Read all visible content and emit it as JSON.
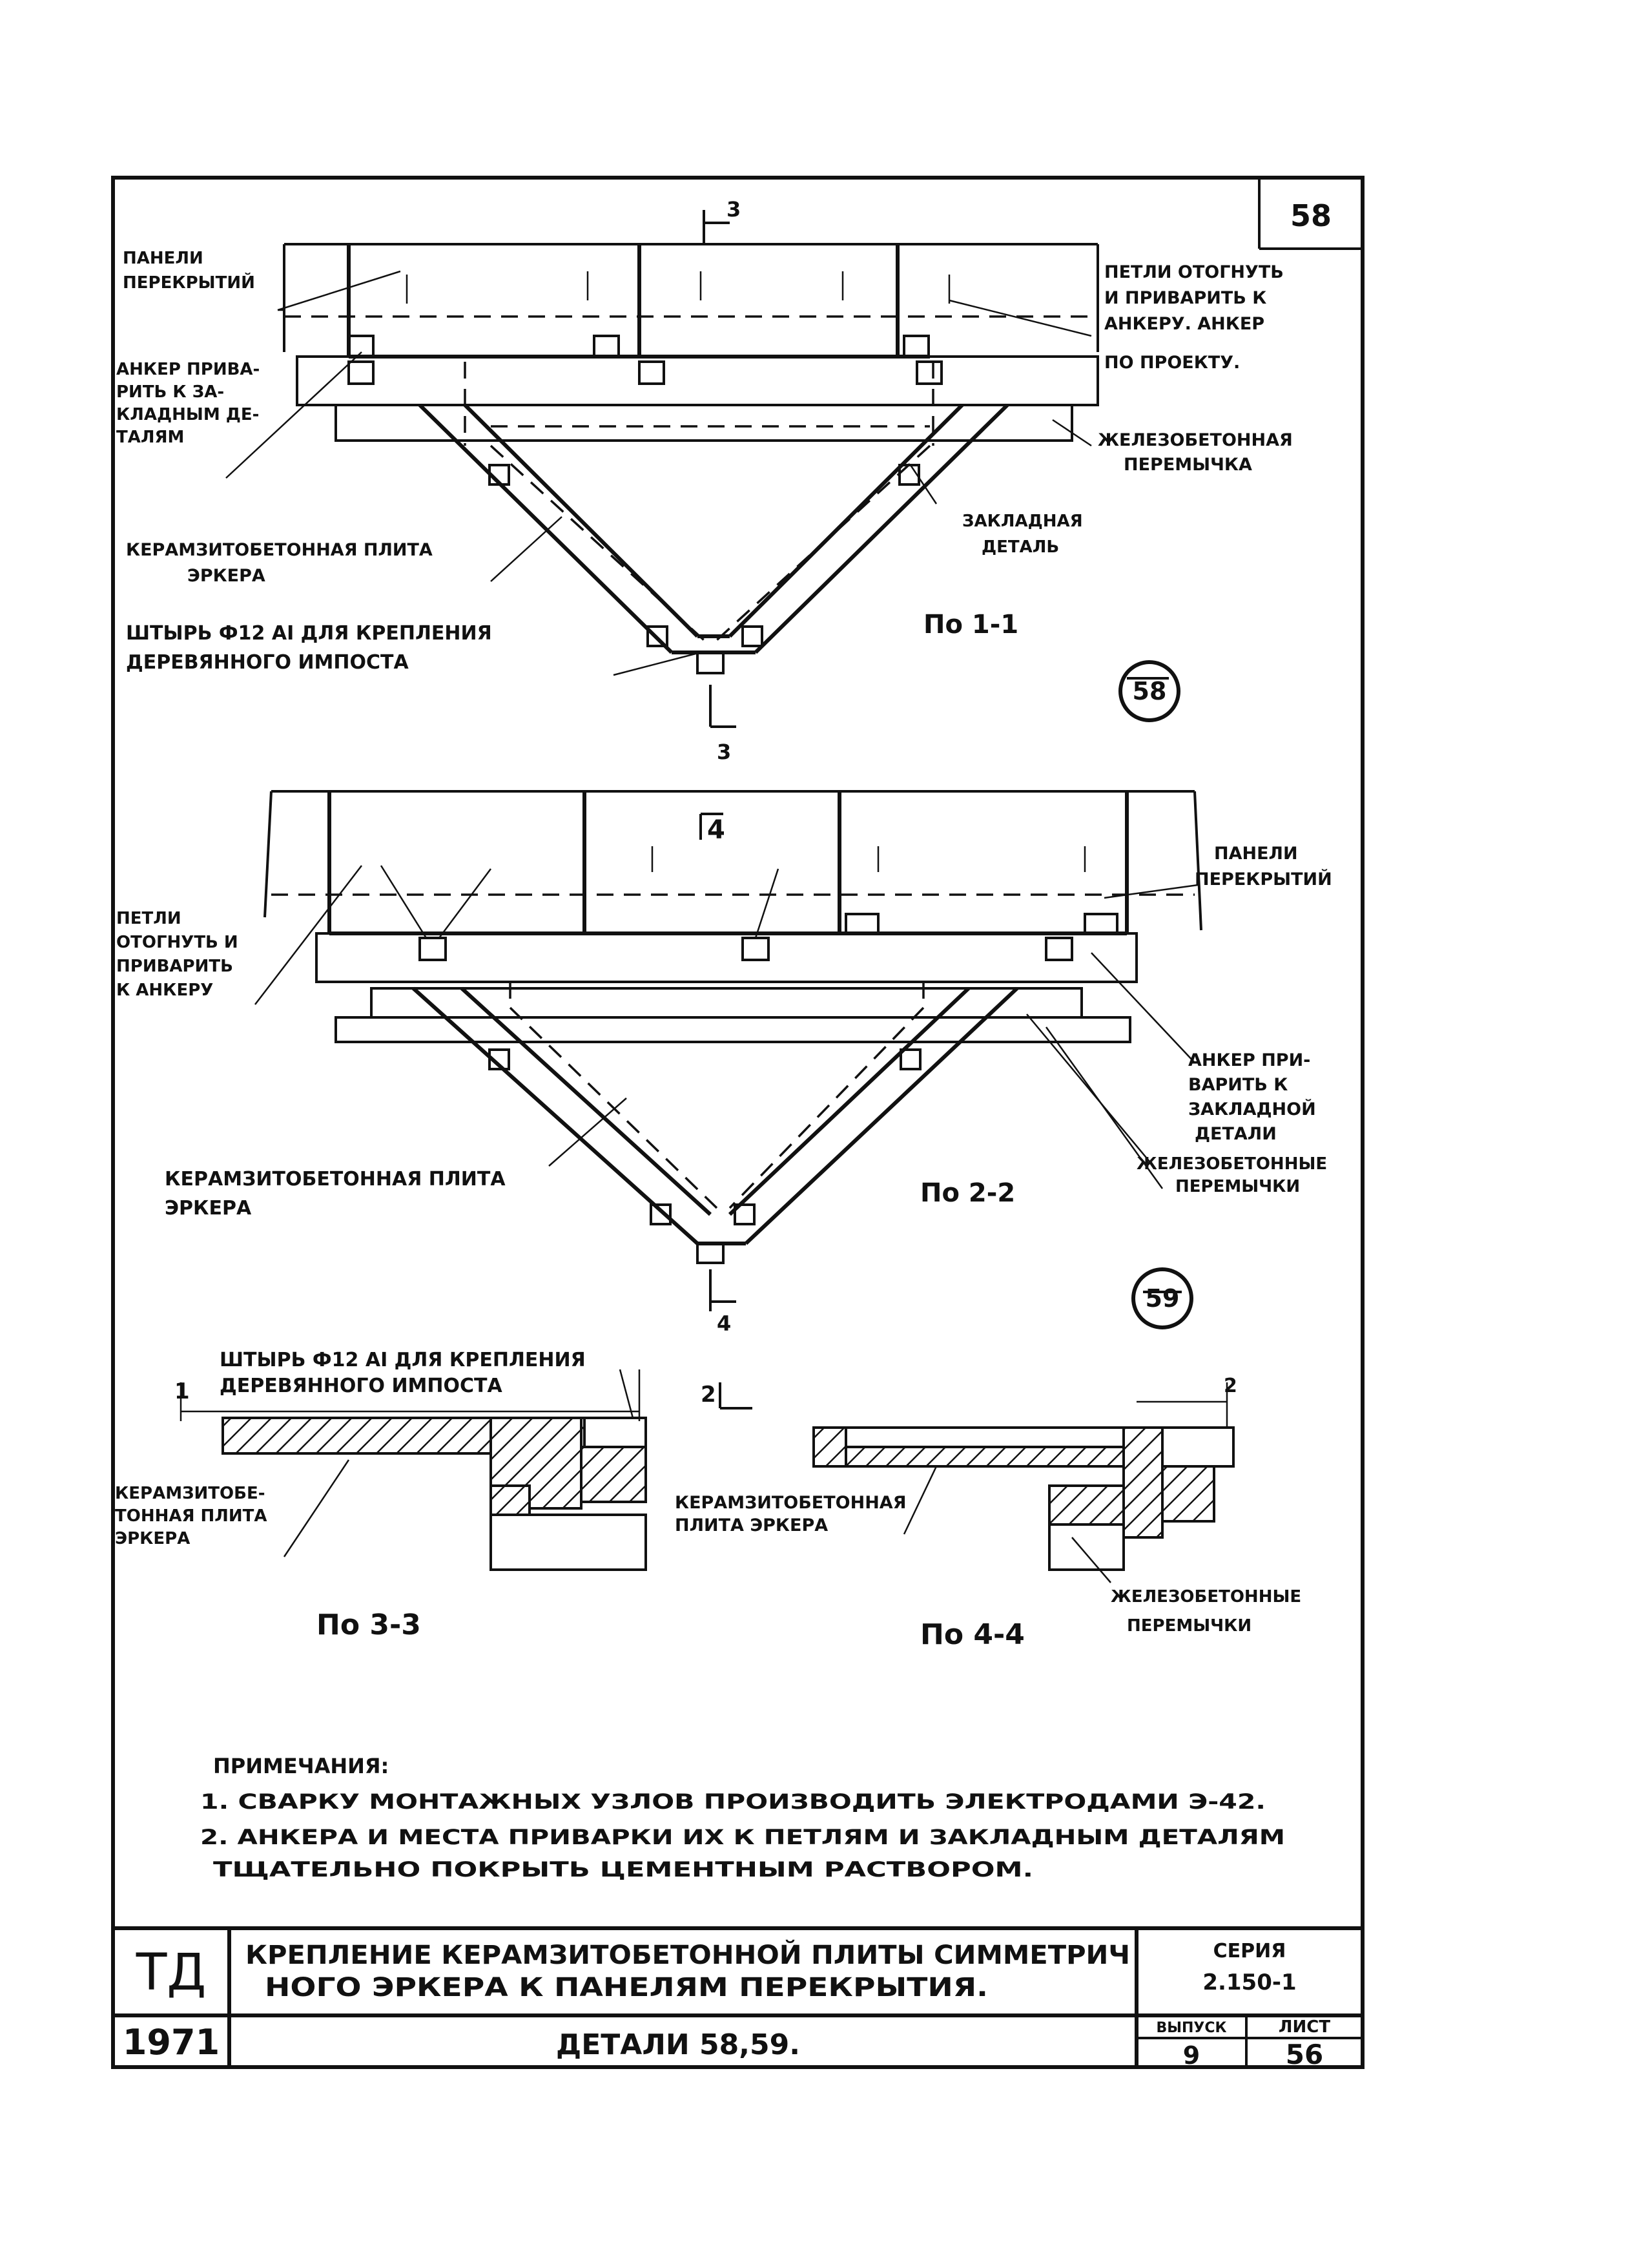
{
  "sheet_number": "58",
  "drawing_1": {
    "panels_label": [
      "ПАНЕЛИ",
      "ПЕРЕКРЫТИЙ"
    ],
    "anchor_label": [
      "АНКЕР ПРИВА-",
      "РИТЬ К ЗА-",
      "КЛАДНЫМ ДЕ-",
      "ТАЛЯМ"
    ],
    "loops_label": [
      "ПЕТЛИ ОТОГНУТЬ",
      "И ПРИВАРИТЬ К",
      "АНКЕРУ. АНКЕР",
      "ПО ПРОЕКТУ."
    ],
    "lintel_label": [
      "ЖЕЛЕЗОБЕТОННАЯ",
      "ПЕРЕМЫЧКА"
    ],
    "embed_label": [
      "ЗАКЛАДНАЯ",
      "ДЕТАЛЬ"
    ],
    "slab_label": [
      "КЕРАМЗИТОБЕТОННАЯ ПЛИТА",
      "ЭРКЕРА"
    ],
    "pin_label": [
      "ШТЫРЬ Ф12 АI ДЛЯ КРЕПЛЕНИЯ",
      "ДЕРЕВЯННОГО ИМПОСТА"
    ],
    "section_caption": "По 1-1",
    "section_mark": "3",
    "detail_number": "58"
  },
  "drawing_2": {
    "panels_label": [
      "ПАНЕЛИ",
      "ПЕРЕКРЫТИЙ"
    ],
    "loops_label": [
      "ПЕТЛИ",
      "ОТОГНУТЬ И",
      "ПРИВАРИТЬ",
      "К АНКЕРУ"
    ],
    "anchor_label": [
      "АНКЕР ПРИ-",
      "ВАРИТЬ К",
      "ЗАКЛАДНОЙ",
      "ДЕТАЛИ"
    ],
    "lintels_label": [
      "ЖЕЛЕЗОБЕТОННЫЕ",
      "ПЕРЕМЫЧКИ"
    ],
    "slab_label": [
      "КЕРАМЗИТОБЕТОННАЯ ПЛИТА",
      "ЭРКЕРА"
    ],
    "section_caption": "По 2-2",
    "section_mark": "4",
    "detail_number": "59"
  },
  "section_3": {
    "pin_label": [
      "ШТЫРЬ Ф12 АI ДЛЯ КРЕПЛЕНИЯ",
      "ДЕРЕВЯННОГО ИМПОСТА"
    ],
    "slab_label": [
      "КЕРАМЗИТОБЕ-",
      "ТОННАЯ ПЛИТА",
      "ЭРКЕРА"
    ],
    "caption": "По 3-3",
    "mark": "1"
  },
  "section_4": {
    "slab_label": [
      "КЕРАМЗИТОБЕТОННАЯ",
      "ПЛИТА ЭРКЕРА"
    ],
    "lintels_label": [
      "ЖЕЛЕЗОБЕТОННЫЕ",
      "ПЕРЕМЫЧКИ"
    ],
    "caption": "По 4-4",
    "mark": "2"
  },
  "notes": {
    "title": "ПРИМЕЧАНИЯ:",
    "items": [
      "1. СВАРКУ МОНТАЖНЫХ УЗЛОВ ПРОИЗВОДИТЬ ЭЛЕКТРОДАМИ Э-42.",
      "2. АНКЕРА И МЕСТА ПРИВАРКИ ИХ К ПЕТЛЯМ И ЗАКЛАДНЫМ ДЕТАЛЯМ",
      "ТЩАТЕЛЬНО ПОКРЫТЬ ЦЕМЕНТНЫМ РАСТВОРОМ."
    ]
  },
  "title_block": {
    "org": "ТД",
    "year": "1971",
    "title": [
      "КРЕПЛЕНИЕ КЕРАМЗИТОБЕТОННОЙ ПЛИТЫ СИММЕТРИЧ",
      "НОГО ЭРКЕРА К ПАНЕЛЯМ ПЕРЕКРЫТИЯ."
    ],
    "subtitle": "ДЕТАЛИ 58,59.",
    "series_label": "СЕРИЯ",
    "series_value": "2.150-1",
    "issue_label": "ВЫПУСК",
    "issue_value": "9",
    "sheet_label": "ЛИСТ",
    "sheet_value": "56"
  }
}
